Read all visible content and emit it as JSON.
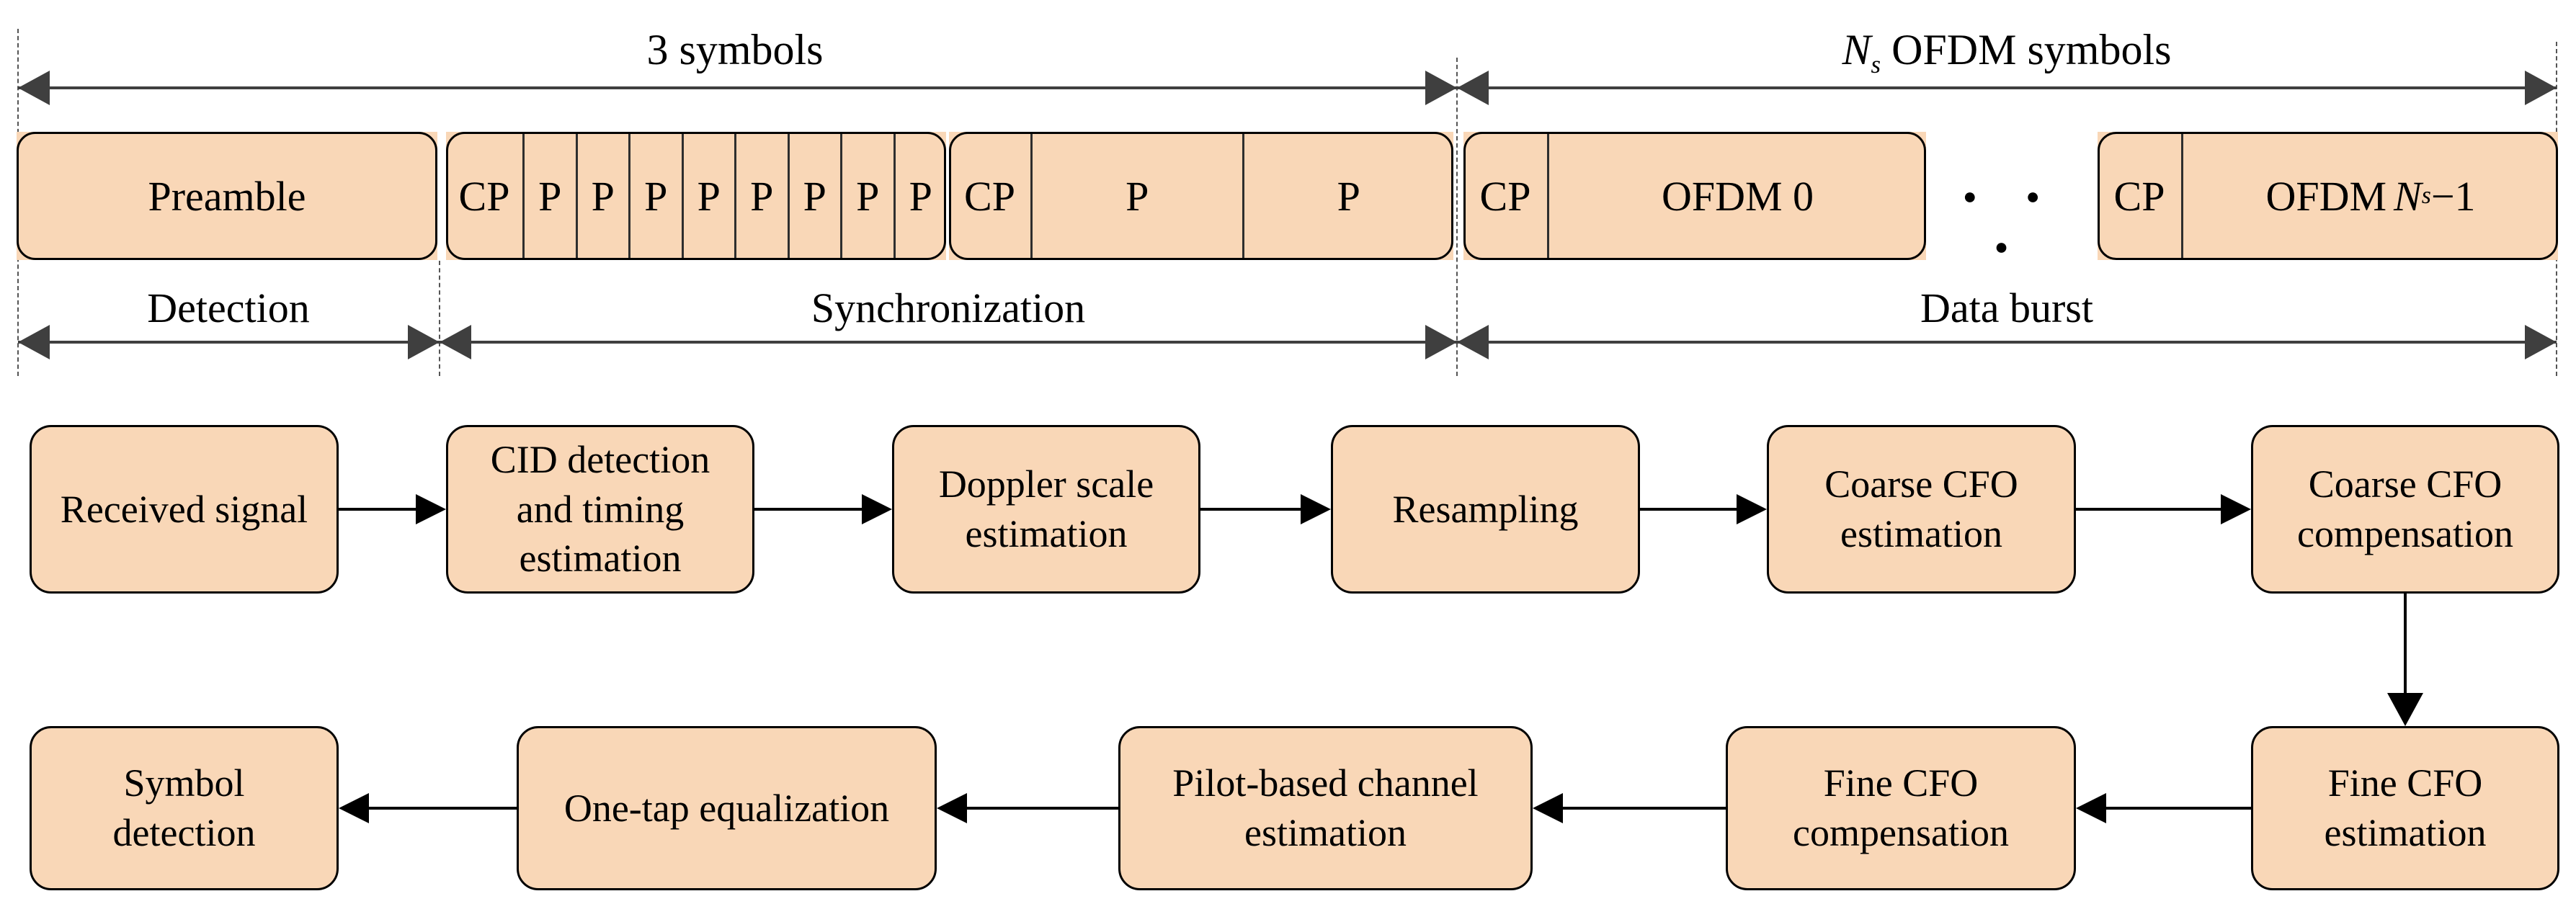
{
  "figure": {
    "top_arrows": {
      "symbols3": "3 symbols",
      "ofdm_var": "N",
      "ofdm_sub": "s",
      "ofdm_rest": " OFDM symbols"
    },
    "frame": {
      "preamble": "Preamble",
      "cp": "CP",
      "p": "P",
      "ofdm0": "OFDM 0",
      "ellipsis": "● ● ●",
      "ofdm_last_prefix": "OFDM",
      "ofdm_last_var": "N",
      "ofdm_last_sub": "s",
      "ofdm_last_suffix": " −1"
    },
    "sections": {
      "detection": "Detection",
      "synchronization": "Synchronization",
      "data_burst": "Data burst"
    },
    "flow_row1": [
      {
        "label": "Received signal"
      },
      {
        "label": "CID detection\nand timing\nestimation"
      },
      {
        "label": "Doppler scale\nestimation"
      },
      {
        "label": "Resampling"
      },
      {
        "label": "Coarse CFO\nestimation"
      },
      {
        "label": "Coarse CFO\ncompensation"
      }
    ],
    "flow_row2": [
      {
        "label": "Symbol\ndetection"
      },
      {
        "label": "One-tap equalization"
      },
      {
        "label": "Pilot-based channel\nestimation"
      },
      {
        "label": "Fine CFO\ncompensation"
      },
      {
        "label": "Fine CFO\nestimation"
      }
    ],
    "colors": {
      "box_fill": "#f9d7b7",
      "box_border": "#000000",
      "arrow_gray": "#3f3f3f",
      "flow_arrow": "#000000"
    }
  }
}
